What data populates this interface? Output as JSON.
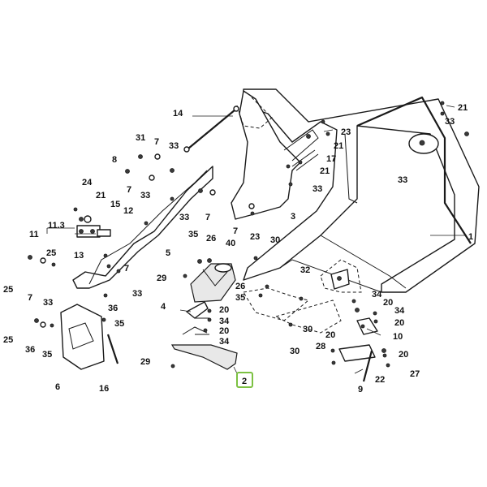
{
  "diagram": {
    "callouts": {
      "c1": "1",
      "c2": "2",
      "c3": "3",
      "c4": "4",
      "c5": "5",
      "c6": "6",
      "c7a": "7",
      "c7b": "7",
      "c7c": "7",
      "c7d": "7",
      "c7e": "7",
      "c8": "8",
      "c9": "9",
      "c10": "10",
      "c11": "11",
      "c11_3": "11.3",
      "c12": "12",
      "c13": "13",
      "c14": "14",
      "c15": "15",
      "c16": "16",
      "c17": "17",
      "c20a": "20",
      "c20b": "20",
      "c20c": "20",
      "c20d": "20",
      "c20e": "20",
      "c21a": "21",
      "c21b": "21",
      "c21c": "21",
      "c21d": "21",
      "c22": "22",
      "c23a": "23",
      "c23b": "23",
      "c24": "24",
      "c25a": "25",
      "c25b": "25",
      "c25c": "25",
      "c26a": "26",
      "c26b": "26",
      "c27": "27",
      "c28": "28",
      "c29a": "29",
      "c29b": "29",
      "c30a": "30",
      "c30b": "30",
      "c30c": "30",
      "c31": "31",
      "c32": "32",
      "c33a": "33",
      "c33b": "33",
      "c33c": "33",
      "c33d": "33",
      "c33e": "33",
      "c33f": "33",
      "c33g": "33",
      "c33h": "33",
      "c34a": "34",
      "c34b": "34",
      "c34c": "34",
      "c35a": "35",
      "c35b": "35",
      "c35c": "35",
      "c35d": "35",
      "c36a": "36",
      "c36b": "36",
      "c40": "40"
    },
    "highlight_color": "#7cc142"
  }
}
